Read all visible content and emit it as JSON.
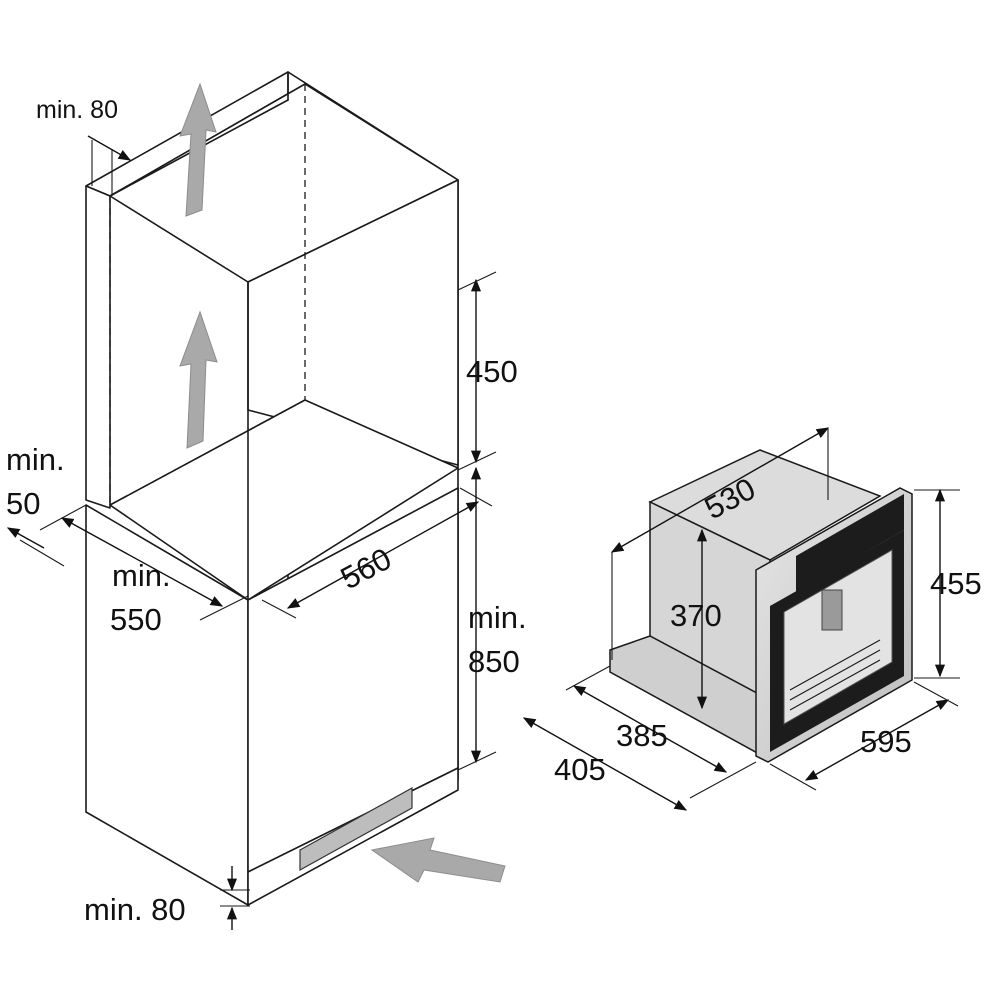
{
  "labels": {
    "top_gap": "min. 80",
    "back_gap_line1": "min.",
    "back_gap_line2": "50",
    "niche_height": "450",
    "niche_depth_line1": "min.",
    "niche_depth_line2": "550",
    "niche_width": "560",
    "base_height_line1": "min.",
    "base_height_line2": "850",
    "bottom_gap": "min. 80",
    "appliance_depth_total": "530",
    "appliance_body_height": "370",
    "appliance_height": "455",
    "appliance_body_depth": "385",
    "appliance_depth": "405",
    "appliance_width": "595"
  },
  "colors": {
    "line": "#1a1a1a",
    "airflow_arrow": "#a9a9a9",
    "appliance_dark": "#1c1c1c",
    "appliance_steel": "#cfcfcf"
  }
}
